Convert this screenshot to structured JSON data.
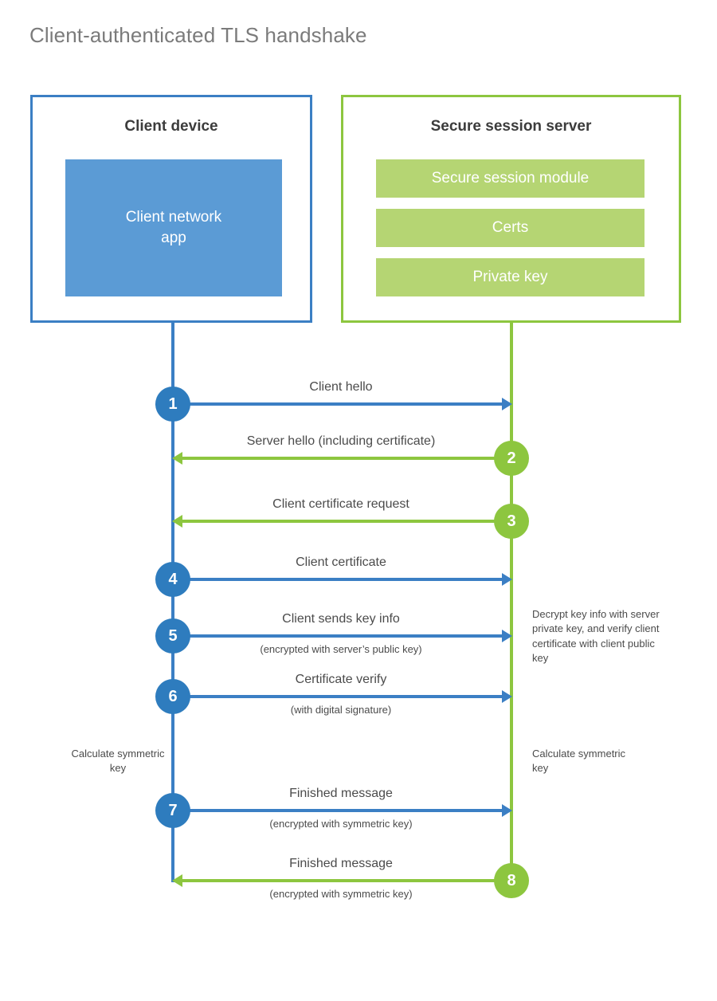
{
  "title": "Client-authenticated TLS handshake",
  "colors": {
    "blue_border": "#3b7fc4",
    "blue_fill": "#5b9bd5",
    "blue_badge": "#2e7cbe",
    "green_border": "#8dc63f",
    "green_fill": "#b5d573",
    "text_dark": "#4b4b4b",
    "title_gray": "#7b7b7b"
  },
  "client": {
    "title": "Client device",
    "app_label": "Client network\napp"
  },
  "server": {
    "title": "Secure session server",
    "blocks": [
      "Secure session module",
      "Certs",
      "Private key"
    ]
  },
  "steps": [
    {
      "number": "1",
      "label": "Client hello",
      "sublabel": "",
      "direction": "client-to-server",
      "color": "blue"
    },
    {
      "number": "2",
      "label": "Server hello (including certificate)",
      "sublabel": "",
      "direction": "server-to-client",
      "color": "green"
    },
    {
      "number": "3",
      "label": "Client certificate request",
      "sublabel": "",
      "direction": "server-to-client",
      "color": "green"
    },
    {
      "number": "4",
      "label": "Client certificate",
      "sublabel": "",
      "direction": "client-to-server",
      "color": "blue"
    },
    {
      "number": "5",
      "label": "Client sends key info",
      "sublabel": "(encrypted with server’s public key)",
      "direction": "client-to-server",
      "color": "blue"
    },
    {
      "number": "6",
      "label": "Certificate verify",
      "sublabel": "(with digital signature)",
      "direction": "client-to-server",
      "color": "blue"
    },
    {
      "number": "7",
      "label": "Finished message",
      "sublabel": "(encrypted with symmetric key)",
      "direction": "client-to-server",
      "color": "blue"
    },
    {
      "number": "8",
      "label": "Finished message",
      "sublabel": "(encrypted with symmetric key)",
      "direction": "server-to-client",
      "color": "green"
    }
  ],
  "notes": {
    "server_decrypt": "Decrypt key info with server private key, and verify client certificate with client public key",
    "client_symmetric": "Calculate symmetric key",
    "server_symmetric": "Calculate symmetric key"
  }
}
